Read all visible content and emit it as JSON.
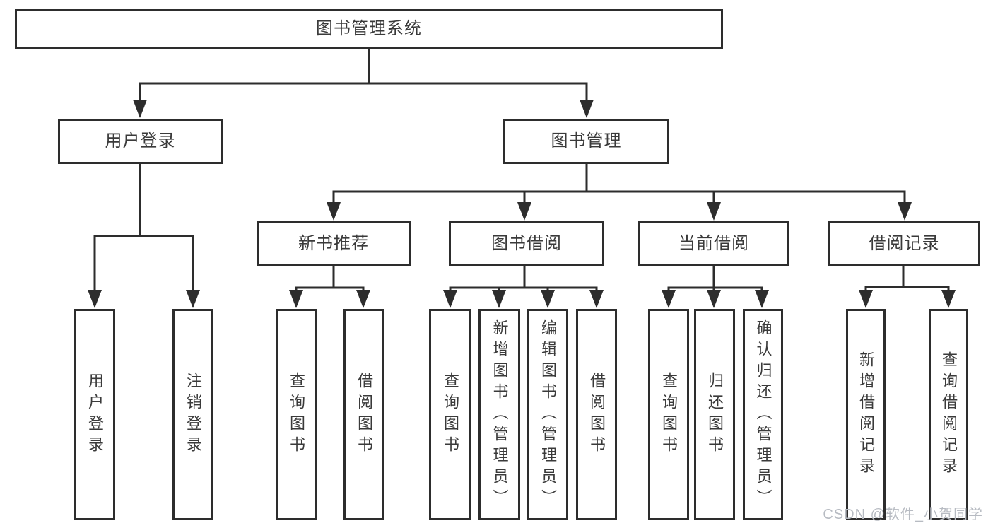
{
  "diagram": {
    "root": {
      "label": "图书管理系统"
    },
    "level2": [
      {
        "label": "用户登录",
        "leaves": [
          {
            "label": "用户登录"
          },
          {
            "label": "注销登录"
          }
        ]
      },
      {
        "label": "图书管理",
        "groups": [
          {
            "label": "新书推荐",
            "leaves": [
              {
                "label": "查询图书"
              },
              {
                "label": "借阅图书"
              }
            ]
          },
          {
            "label": "图书借阅",
            "leaves": [
              {
                "label": "查询图书"
              },
              {
                "label": "新增图书（管理员）"
              },
              {
                "label": "编辑图书（管理员）"
              },
              {
                "label": "借阅图书"
              }
            ]
          },
          {
            "label": "当前借阅",
            "leaves": [
              {
                "label": "查询图书"
              },
              {
                "label": "归还图书"
              },
              {
                "label": "确认归还（管理员）"
              }
            ]
          },
          {
            "label": "借阅记录",
            "leaves": [
              {
                "label": "新增借阅记录"
              },
              {
                "label": "查询借阅记录"
              }
            ]
          }
        ]
      }
    ]
  },
  "watermark": {
    "text": "CSDN @软件_小贺同学"
  },
  "colors": {
    "line": "#2d2d2d",
    "text": "#3a3a3a",
    "background": "#ffffff",
    "watermark": "#b7bbc2"
  }
}
